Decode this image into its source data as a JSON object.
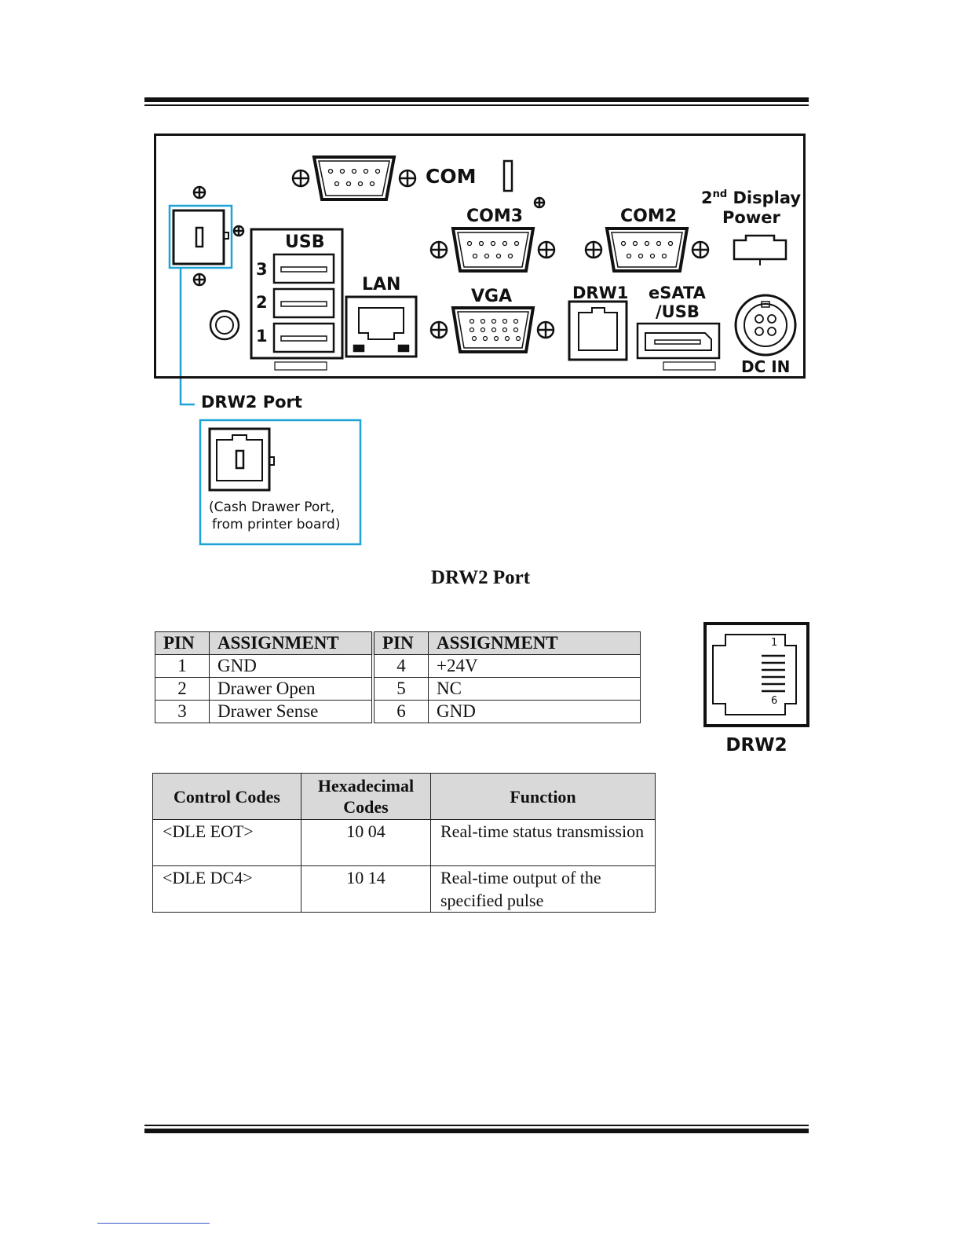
{
  "diagram": {
    "labels": {
      "com": "COM",
      "com3": "COM3",
      "com2": "COM2",
      "display_power_prefix": "2",
      "display_power_sup": "nd",
      "display_power_suffix": " Display",
      "display_power_line2": "Power",
      "usb": "USB",
      "usb_3": "3",
      "usb_2": "2",
      "usb_1": "1",
      "lan": "LAN",
      "vga": "VGA",
      "drw1": "DRW1",
      "esata_line1": "eSATA",
      "esata_line2": "/USB",
      "dc_in": "DC IN",
      "drw2_callout": "DRW2 Port",
      "cash_drawer_line1": "(Cash Drawer Port,",
      "cash_drawer_line2": "from printer board)"
    },
    "highlight_color": "#1fa3d6"
  },
  "caption": "DRW2 Port",
  "pin_table": {
    "headers": [
      "PIN",
      "ASSIGNMENT",
      "PIN",
      "ASSIGNMENT"
    ],
    "rows": [
      [
        "1",
        "GND",
        "4",
        "+24V"
      ],
      [
        "2",
        "Drawer Open",
        "5",
        "NC"
      ],
      [
        "3",
        "Drawer Sense",
        "6",
        "GND"
      ]
    ]
  },
  "connector": {
    "pin_top": "1",
    "pin_bottom": "6",
    "label": "DRW2"
  },
  "code_table": {
    "headers": [
      "Control Codes",
      "Hexadecimal Codes",
      "Function"
    ],
    "rows": [
      [
        "<DLE EOT>",
        "10 04",
        "Real-time status transmission"
      ],
      [
        "<DLE DC4>",
        "10 14",
        "Real-time output of the specified pulse"
      ]
    ]
  }
}
